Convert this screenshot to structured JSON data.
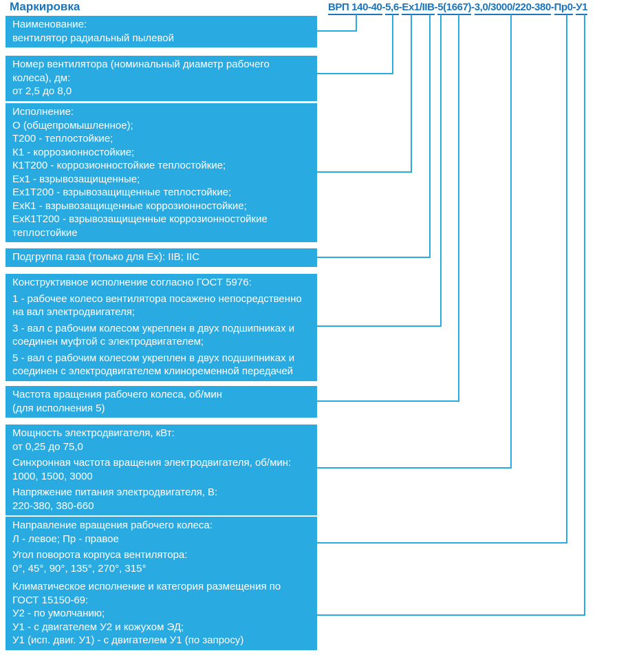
{
  "page": {
    "title": "Маркировка"
  },
  "colors": {
    "box_fill": "#29ABE2",
    "accent_blue": "#1B75BC",
    "connector": "#29ABE2",
    "text_on_box": "#FFFFFF"
  },
  "code": {
    "full": "ВРП 140-40-5,6-Ex1/IIB-5(1667)-3,0/3000/220-380-Пр0-У1",
    "segments": [
      {
        "text": "ВРП 140-40",
        "underline": true
      },
      {
        "text": "-",
        "underline": false
      },
      {
        "text": "5,6",
        "underline": true
      },
      {
        "text": "-",
        "underline": false
      },
      {
        "text": "Ex1/IIB",
        "underline": true
      },
      {
        "text": "-",
        "underline": false
      },
      {
        "text": "5(1667)",
        "underline": true
      },
      {
        "text": "-",
        "underline": false
      },
      {
        "text": "3,0/3000/220-380",
        "underline": true
      },
      {
        "text": "-",
        "underline": false
      },
      {
        "text": "Пр0",
        "underline": true
      },
      {
        "text": "-",
        "underline": false
      },
      {
        "text": "У1",
        "underline": true
      }
    ]
  },
  "boxes": [
    {
      "id": "name",
      "paragraphs": [
        [
          "Наименование:",
          "вентилятор радиальный пылевой"
        ]
      ]
    },
    {
      "id": "fan-number",
      "paragraphs": [
        [
          "Номер вентилятора (номинальный диаметр рабочего",
          "колеса), дм:",
          "от 2,5 до 8,0"
        ]
      ]
    },
    {
      "id": "execution",
      "paragraphs": [
        [
          "Исполнение:",
          "О (общепромышленное);",
          "Т200 - теплостойкие;",
          "К1 - коррозионностойкие;",
          "К1Т200 - коррозионностойкие теплостойкие;",
          "Ex1 - взрывозащищенные;",
          "Ex1Т200 - взрывозащищенные теплостойкие;",
          "ExК1 - взрывозащищенные коррозионностойкие;",
          "ExК1Т200 - взрывозащищенные коррозионностойкие",
          "теплостойкие"
        ]
      ]
    },
    {
      "id": "gas-subgroup",
      "paragraphs": [
        [
          "Подгруппа газа (только для Ex): IIB; IIC"
        ]
      ]
    },
    {
      "id": "design",
      "paragraphs": [
        [
          "Конструктивное исполнение согласно ГОСТ 5976:"
        ],
        [
          "1 - рабочее колесо вентилятора посажено непосредственно",
          "на вал электродвигателя;"
        ],
        [
          "3 - вал с рабочим колесом укреплен в двух подшипниках и",
          "соединен муфтой с электродвигателем;"
        ],
        [
          "5 - вал с рабочим колесом укреплен в двух подшипниках и",
          "соединен с электродвигателем клиноременной передачей"
        ]
      ]
    },
    {
      "id": "impeller-speed",
      "paragraphs": [
        [
          "Частота вращения рабочего колеса, об/мин",
          "(для исполнения 5)"
        ]
      ]
    },
    {
      "id": "motor",
      "paragraphs": [
        [
          "Мощность электродвигателя, кВт:",
          "от 0,25 до 75,0"
        ],
        [
          "Синхронная частота вращения электродвигателя, об/мин:",
          "1000, 1500, 3000"
        ],
        [
          "Напряжение питания электродвигателя, В:",
          "220-380, 380-660"
        ]
      ]
    },
    {
      "id": "rotation",
      "paragraphs": [
        [
          "Направление вращения рабочего колеса:",
          "Л - левое; Пр - правое"
        ],
        [
          "Угол поворота корпуса вентилятора:",
          "0°, 45°, 90°, 135°, 270°, 315°"
        ]
      ]
    },
    {
      "id": "climatic",
      "paragraphs": [
        [
          "Климатическое исполнение и категория размещения по",
          "ГОСТ 15150-69:",
          "У2 - по умолчанию;",
          "У1 - с двигателем У2 и кожухом ЭД;",
          "У1 (исп. двиг. У1) - с двигателем У1 (по запросу)"
        ]
      ]
    }
  ]
}
